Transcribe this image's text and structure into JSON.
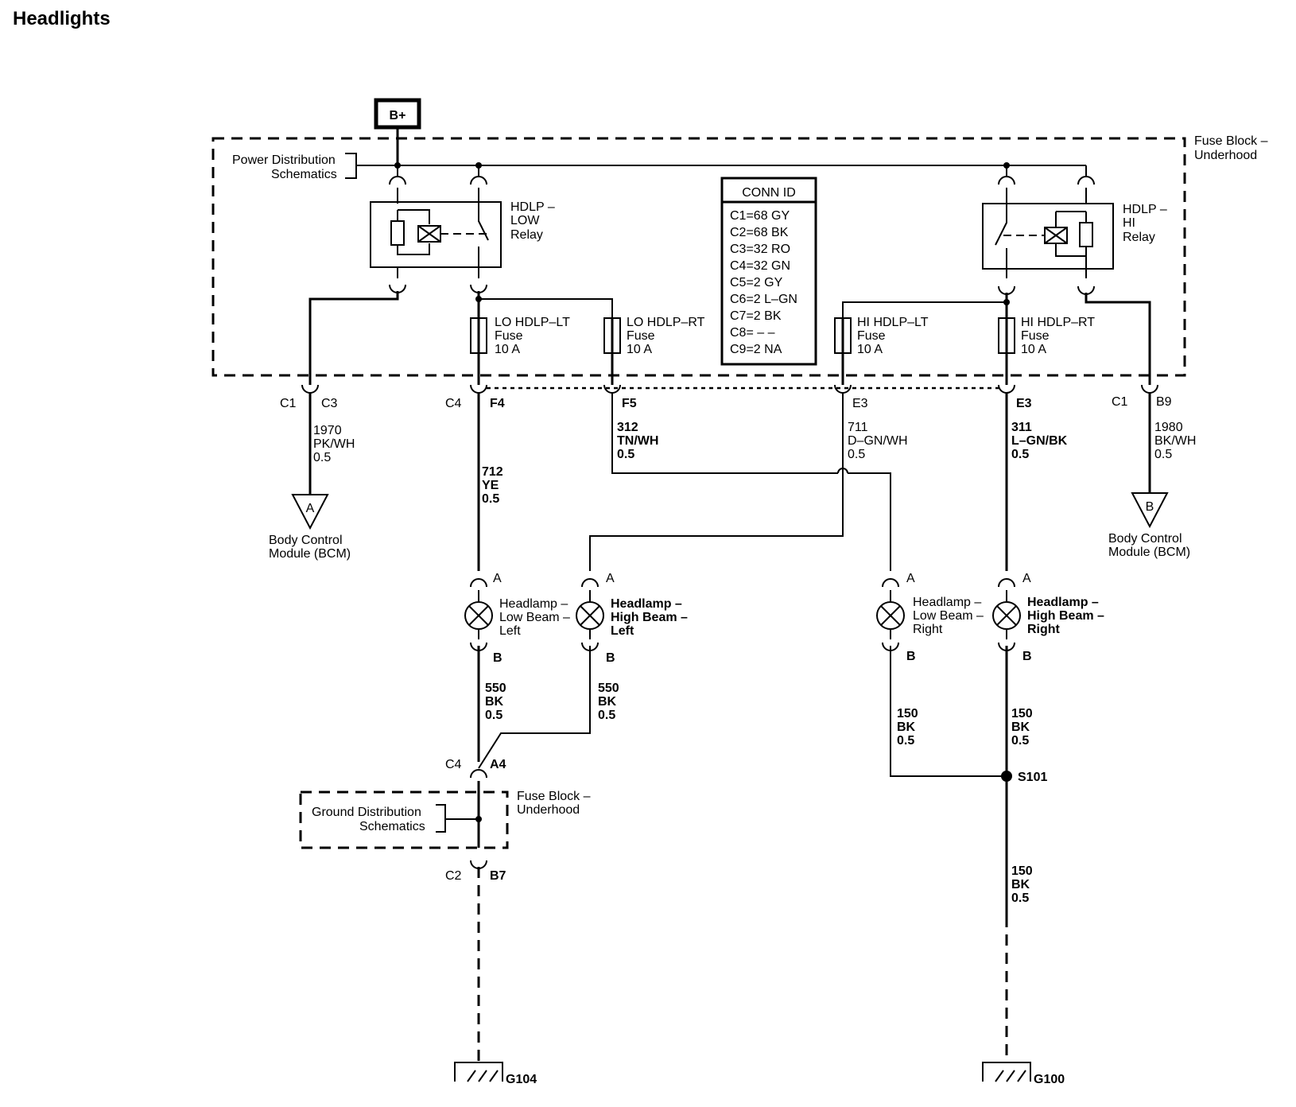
{
  "title": "Headlights",
  "power_source": "B+",
  "fuse_block_label": [
    "Fuse Block –",
    "Underhood"
  ],
  "power_distribution_label": [
    "Power Distribution",
    "Schematics"
  ],
  "relay_low": [
    "HDLP –",
    "LOW",
    "Relay"
  ],
  "relay_hi": [
    "HDLP –",
    "HI",
    "Relay"
  ],
  "fuses": {
    "lo_lt": [
      "LO HDLP–LT",
      "Fuse",
      "10 A"
    ],
    "lo_rt": [
      "LO HDLP–RT",
      "Fuse",
      "10 A"
    ],
    "hi_lt": [
      "HI HDLP–LT",
      "Fuse",
      "10 A"
    ],
    "hi_rt": [
      "HI HDLP–RT",
      "Fuse",
      "10 A"
    ]
  },
  "conn_id": {
    "title": "CONN ID",
    "rows": [
      "C1=68 GY",
      "C2=68 BK",
      "C3=32 RO",
      "C4=32 GN",
      "C5=2 GY",
      "C6=2 L–GN",
      "C7=2 BK",
      "C8= – –",
      "C9=2 NA"
    ]
  },
  "connectors": {
    "c1_c3": [
      "C1",
      "C3"
    ],
    "c4_f4": [
      "C4",
      "F4"
    ],
    "f5": "F5",
    "e3_left": "E3",
    "e3_right": "E3",
    "c1_b9": [
      "C1",
      "B9"
    ],
    "c4_a4": [
      "C4",
      "A4"
    ],
    "c2_b7": [
      "C2",
      "B7"
    ]
  },
  "wires": {
    "w1970": [
      "1970",
      "PK/WH",
      "0.5"
    ],
    "w712": [
      "712",
      "YE",
      "0.5"
    ],
    "w312": [
      "312",
      "TN/WH",
      "0.5"
    ],
    "w711": [
      "711",
      "D–GN/WH",
      "0.5"
    ],
    "w311": [
      "311",
      "L–GN/BK",
      "0.5"
    ],
    "w1980": [
      "1980",
      "BK/WH",
      "0.5"
    ],
    "w550a": [
      "550",
      "BK",
      "0.5"
    ],
    "w550b": [
      "550",
      "BK",
      "0.5"
    ],
    "w150a": [
      "150",
      "BK",
      "0.5"
    ],
    "w150b": [
      "150",
      "BK",
      "0.5"
    ],
    "w150c": [
      "150",
      "BK",
      "0.5"
    ]
  },
  "bcm_left": {
    "pin": "A",
    "label": [
      "Body Control",
      "Module (BCM)"
    ]
  },
  "bcm_right": {
    "pin": "B",
    "label": [
      "Body Control",
      "Module (BCM)"
    ]
  },
  "lamps": {
    "low_left": {
      "label": [
        "Headlamp –",
        "Low Beam –",
        "Left"
      ],
      "pin_a": "A",
      "pin_b": "B"
    },
    "high_left": {
      "label": [
        "Headlamp –",
        "High Beam –",
        "Left"
      ],
      "pin_a": "A",
      "pin_b": "B"
    },
    "low_right": {
      "label": [
        "Headlamp –",
        "Low Beam –",
        "Right"
      ],
      "pin_a": "A",
      "pin_b": "B"
    },
    "high_right": {
      "label": [
        "Headlamp –",
        "High Beam –",
        "Right"
      ],
      "pin_a": "A",
      "pin_b": "B"
    }
  },
  "ground_distribution": [
    "Ground Distribution",
    "Schematics"
  ],
  "fuse_block_lower": [
    "Fuse Block –",
    "Underhood"
  ],
  "splice": "S101",
  "grounds": {
    "left": "G104",
    "right": "G100"
  }
}
